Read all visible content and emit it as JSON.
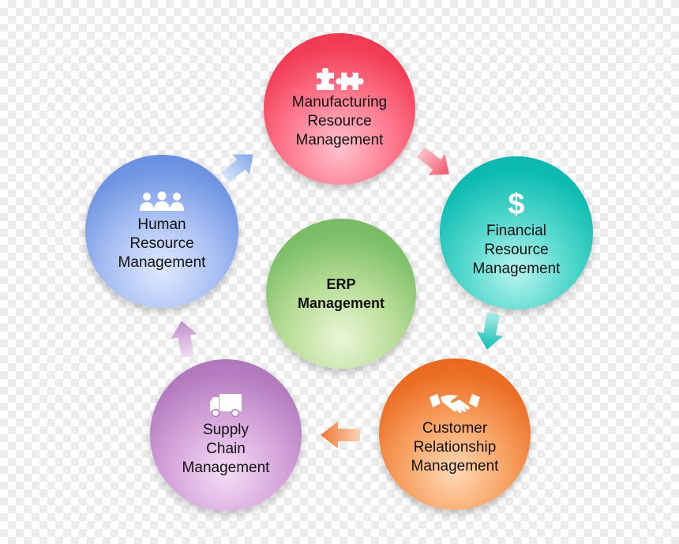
{
  "diagram": {
    "center": {
      "label": "ERP\nManagement",
      "color": "#7fc06a"
    },
    "modules": [
      {
        "id": "mfg",
        "label": "Manufacturing\nResource\nManagement",
        "icon": "puzzle-icon",
        "color": "#f23f57"
      },
      {
        "id": "fin",
        "label": "Financial\nResource\nManagement",
        "icon": "dollar-icon",
        "color": "#0fbcb2"
      },
      {
        "id": "crm",
        "label": "Customer\nRelationship\nManagement",
        "icon": "handshake-icon",
        "color": "#ec6e25"
      },
      {
        "id": "scm",
        "label": "Supply\nChain\nManagement",
        "icon": "truck-icon",
        "color": "#b57dc0"
      },
      {
        "id": "hrm",
        "label": "Human\nResource\nManagement",
        "icon": "people-icon",
        "color": "#7196e3"
      }
    ],
    "arrows": [
      {
        "from": "mfg",
        "to": "fin",
        "color": "#f4707f"
      },
      {
        "from": "fin",
        "to": "crm",
        "color": "#2fc7c0"
      },
      {
        "from": "crm",
        "to": "scm",
        "color": "#f08a4e"
      },
      {
        "from": "scm",
        "to": "hrm",
        "color": "#cba0d4"
      },
      {
        "from": "hrm",
        "to": "mfg",
        "color": "#8fb2ea"
      }
    ]
  }
}
